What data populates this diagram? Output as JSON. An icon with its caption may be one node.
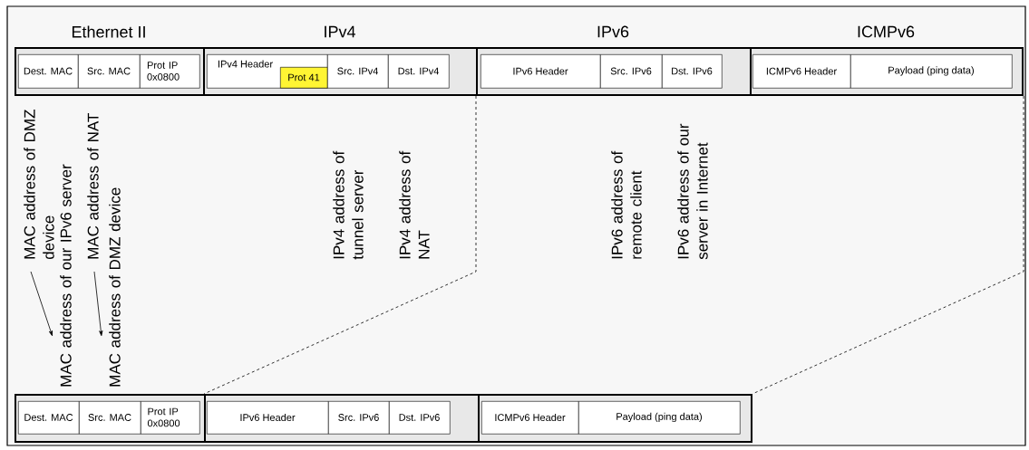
{
  "diagram": {
    "nodes": [
      {
        "text": [
          "Ethernet II"
        ]
      },
      {
        "text": [
          "Dest. MAC"
        ],
        "in": 0
      },
      {
        "text": [
          "Src. MAC"
        ],
        "in": 0
      },
      {
        "text": [
          "Prot IP 0x0800"
        ],
        "in": 0
      },
      {
        "text": [
          "IPv4"
        ]
      },
      {
        "text": [
          "IPv4 Header"
        ],
        "in": 4
      },
      {
        "text": [
          "Prot 41"
        ],
        "in": 5
      },
      {
        "text": [
          "Src. IPv4"
        ],
        "in": 4
      },
      {
        "text": [
          "Dst. IPv4"
        ],
        "in": 4
      },
      {
        "text": [
          "IPv6"
        ]
      },
      {
        "text": [
          "IPv6 Header"
        ],
        "in": 9
      },
      {
        "text": [
          "Src. IPv6"
        ],
        "in": 9
      },
      {
        "text": [
          "Dst. IPv6"
        ],
        "in": 9
      },
      {
        "text": [
          "ICMPv6"
        ]
      },
      {
        "text": [
          "ICMPv6 Header"
        ],
        "in": 13
      },
      {
        "text": [
          "Payload (ping data)"
        ],
        "in": 13
      },
      {
        "text": [
          "MAC address of DMZ device"
        ]
      },
      {
        "text": [
          "MAC address of our IPv6 server"
        ]
      },
      {
        "text": [
          "MAC address of NAT"
        ]
      },
      {
        "text": [
          "MAC address of DMZ device"
        ]
      },
      {
        "text": [],
        "shape": "box"
      },
      {
        "text": [
          "Dest. MAC"
        ],
        "in": 20
      },
      {
        "text": [
          "Src. MAC"
        ],
        "in": 20
      },
      {
        "text": [
          "Prot IP 0x0800"
        ],
        "in": 20
      },
      {
        "text": [],
        "shape": "box"
      },
      {
        "text": [
          "IPv6 Header"
        ],
        "in": 24
      },
      {
        "text": [
          "Src. IPv6"
        ],
        "in": 24
      },
      {
        "text": [
          "Dst. IPv6"
        ],
        "in": 24
      },
      {
        "text": [],
        "shape": "box"
      },
      {
        "text": [
          "ICMPv6 Header"
        ],
        "in": 28
      },
      {
        "text": [
          "Payload (ping data)"
        ],
        "in": 28
      }
    ],
    "edges": [
      {
        "from": 16,
        "to": 17,
        "arrow": "to"
      },
      {
        "from": 18,
        "to": 19,
        "arrow": "to"
      },
      {
        "from": 9,
        "to": 24,
        "arrow": "none",
        "style": "dashed"
      },
      {
        "from": 13,
        "to": 28,
        "arrow": "none",
        "style": "dashed"
      }
    ],
    "labels": [
      "IPv4 address of tunnel server",
      "IPv4 address of NAT",
      "IPv6 address of remote client",
      "IPv6 address of our server in Internet"
    ]
  }
}
